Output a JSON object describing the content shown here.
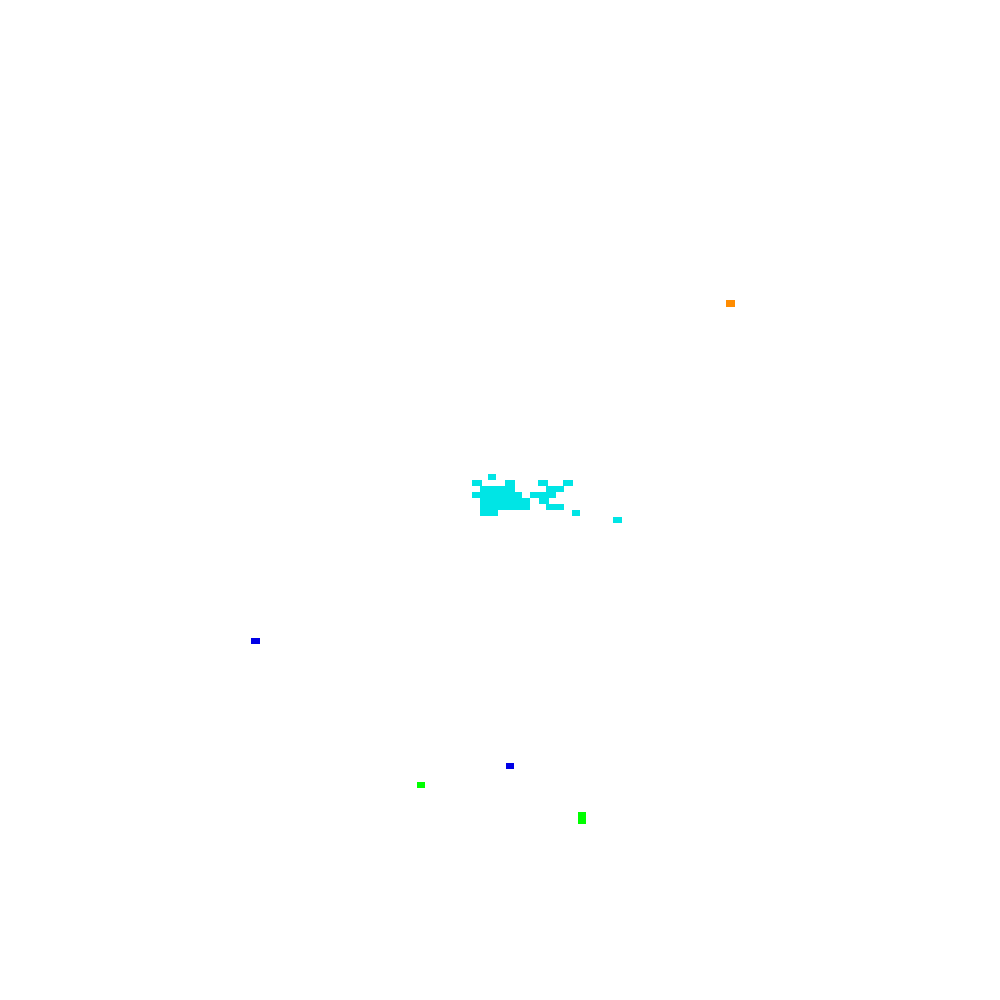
{
  "background_color": "#ffffff",
  "palette": {
    "cyan": "#00e5e5",
    "orange": "#ff8c00",
    "blue": "#0000e6",
    "green": "#00ff00"
  },
  "marks": [
    {
      "name": "cyan-pixel-cluster",
      "color": "cyan"
    },
    {
      "name": "cyan-pixel-scatter-right",
      "color": "cyan"
    },
    {
      "name": "orange-pixel",
      "color": "orange"
    },
    {
      "name": "blue-pixel-left",
      "color": "blue"
    },
    {
      "name": "blue-pixel-bottom",
      "color": "blue"
    },
    {
      "name": "green-pixel-bottom-left",
      "color": "green"
    },
    {
      "name": "green-pixel-bottom-right",
      "color": "green"
    }
  ]
}
